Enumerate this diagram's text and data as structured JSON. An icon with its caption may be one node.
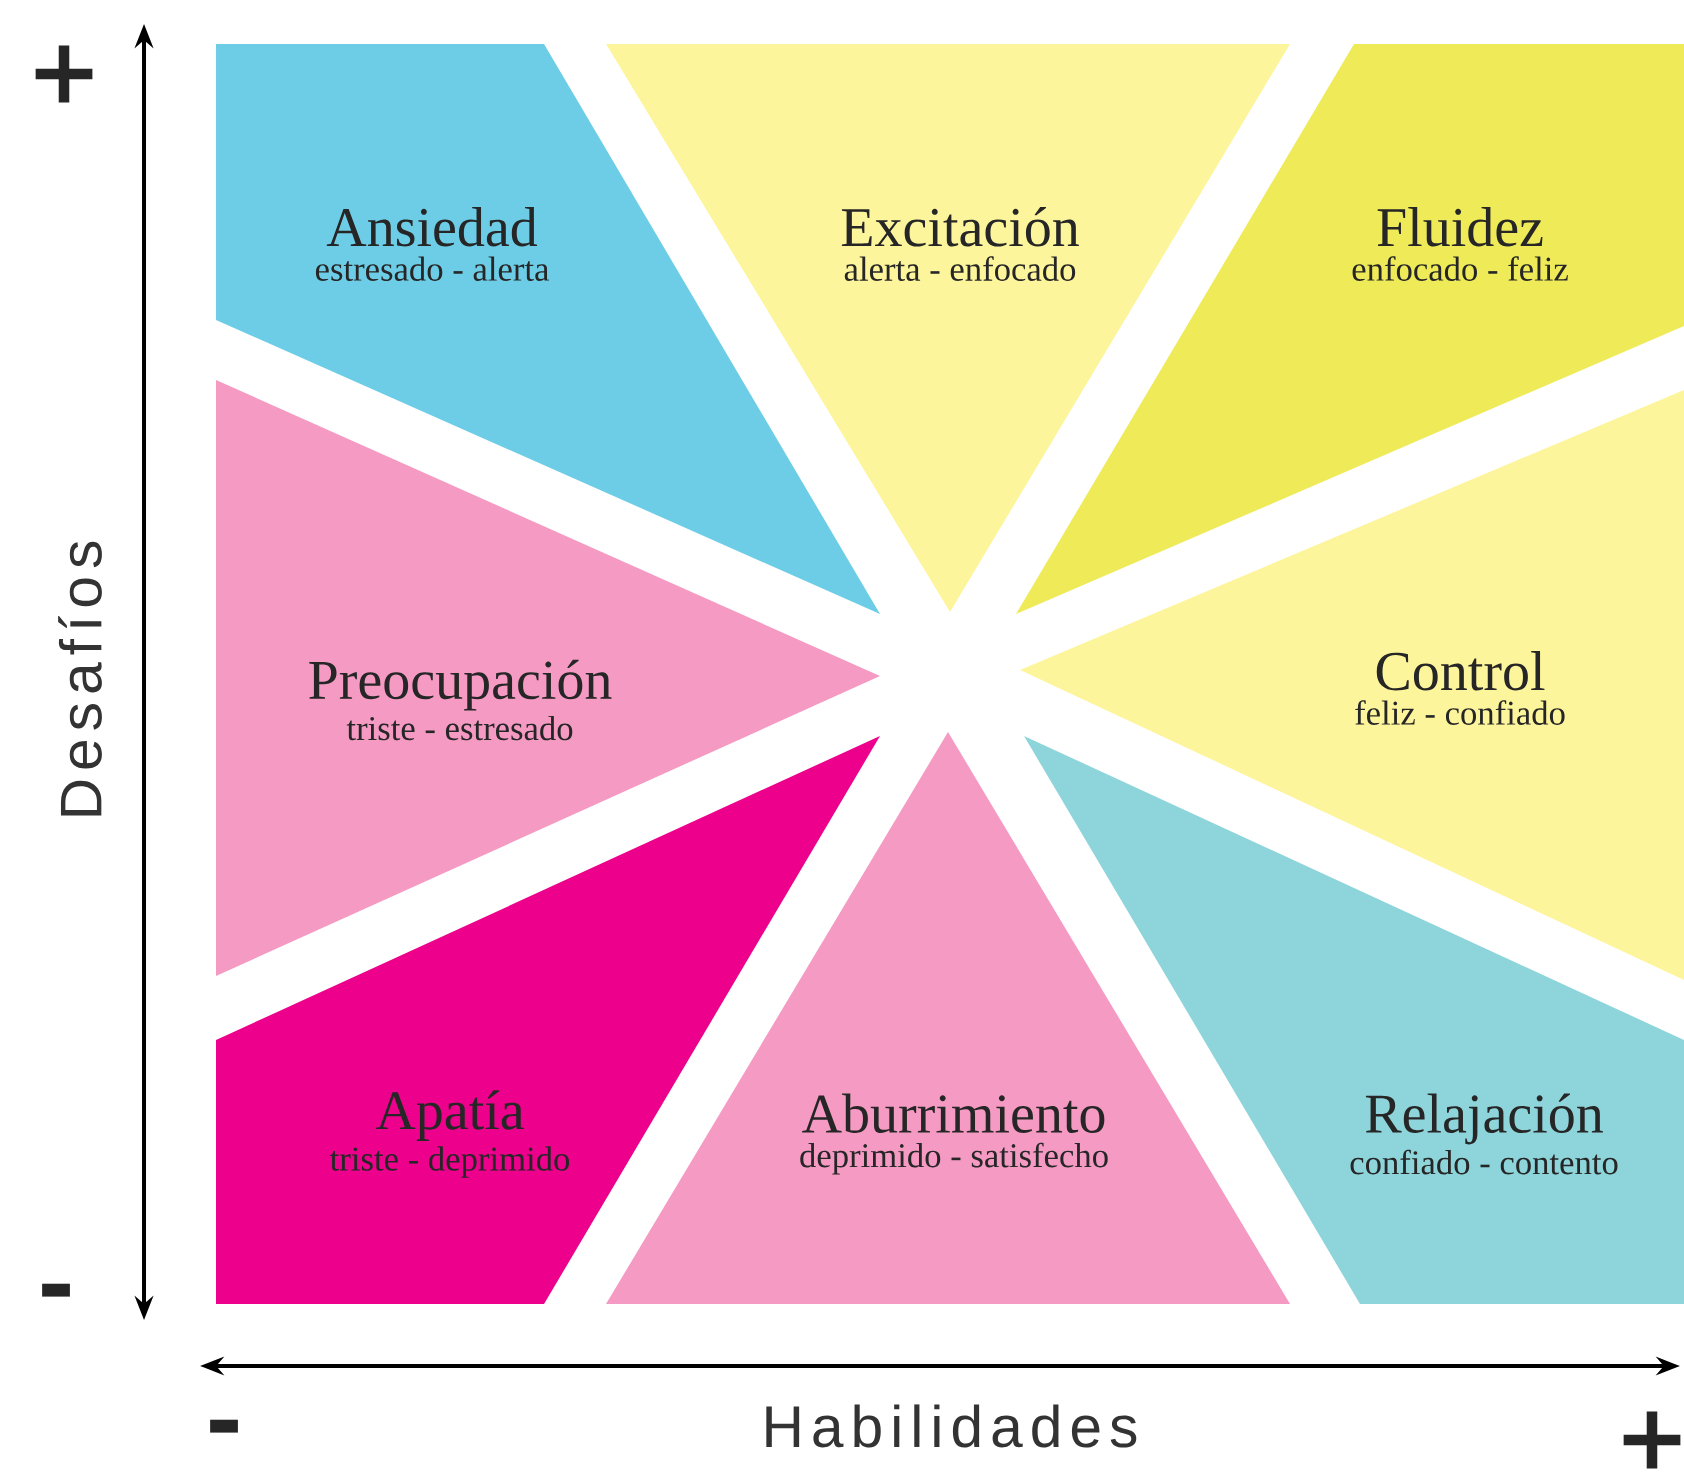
{
  "diagram": {
    "nodes": [
      {
        "text": [
          "Ansiedad",
          "estresado - alerta"
        ]
      },
      {
        "text": [
          "Excitación",
          "alerta - enfocado"
        ]
      },
      {
        "text": [
          "Fluidez",
          "enfocado - feliz"
        ]
      },
      {
        "text": [
          "Preocupación",
          "triste - estresado"
        ]
      },
      {
        "text": [
          "Control",
          "feliz - confiado"
        ]
      },
      {
        "text": [
          "Apatía",
          "triste - deprimido"
        ]
      },
      {
        "text": [
          "Aburrimiento",
          "deprimido - satisfecho"
        ]
      },
      {
        "text": [
          "Relajación",
          "confiado - contento"
        ]
      }
    ],
    "labels": [
      "+",
      "Desafíos",
      "-",
      "-",
      "Habilidades",
      "+"
    ]
  }
}
